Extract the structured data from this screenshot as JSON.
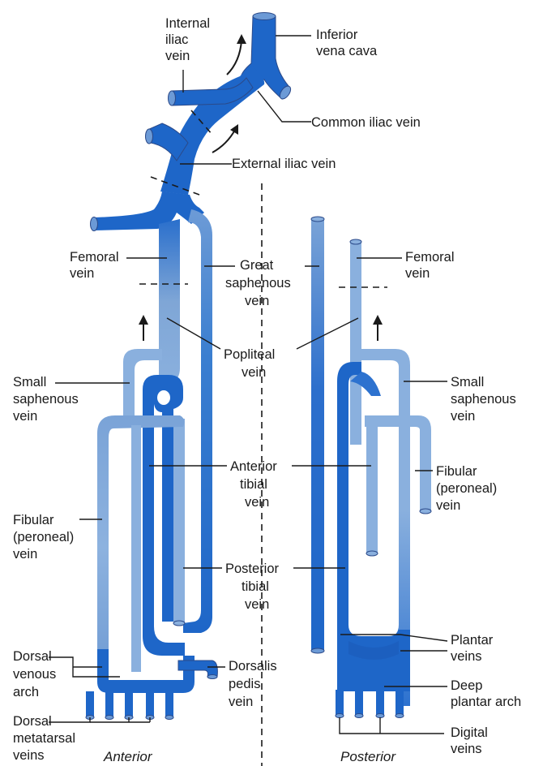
{
  "colors": {
    "deep_vein": "#1e66c8",
    "superficial_vein": "#7fa6d6",
    "vein_outline": "#2b4a8a",
    "text": "#1a1a1a",
    "background": "#ffffff"
  },
  "labels": {
    "internal_iliac": [
      "Internal",
      "iliac",
      "vein"
    ],
    "inferior_vena_cava": [
      "Inferior",
      "vena cava"
    ],
    "common_iliac": "Common iliac vein",
    "external_iliac": "External iliac vein",
    "femoral_left": [
      "Femoral",
      "vein"
    ],
    "great_saphenous": [
      "Great",
      "saphenous",
      "vein"
    ],
    "femoral_right": [
      "Femoral",
      "vein"
    ],
    "popliteal": [
      "Popliteal",
      "vein"
    ],
    "small_saphenous_left": [
      "Small",
      "saphenous",
      "vein"
    ],
    "small_saphenous_right": [
      "Small",
      "saphenous",
      "vein"
    ],
    "anterior_tibial": [
      "Anterior",
      "tibial",
      "vein"
    ],
    "fibular_right": [
      "Fibular",
      "(peroneal)",
      "vein"
    ],
    "fibular_left": [
      "Fibular",
      "(peroneal)",
      "vein"
    ],
    "posterior_tibial": [
      "Posterior",
      "tibial",
      "vein"
    ],
    "plantar": [
      "Plantar",
      "veins"
    ],
    "dorsal_venous_arch": [
      "Dorsal",
      "venous",
      "arch"
    ],
    "dorsalis_pedis": [
      "Dorsalis",
      "pedis",
      "vein"
    ],
    "deep_plantar_arch": [
      "Deep",
      "plantar arch"
    ],
    "dorsal_metatarsal": [
      "Dorsal",
      "metatarsal",
      "veins"
    ],
    "digital": [
      "Digital",
      "veins"
    ]
  },
  "captions": {
    "anterior": "Anterior",
    "posterior": "Posterior"
  }
}
